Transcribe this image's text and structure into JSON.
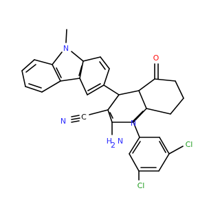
{
  "labels": {
    "n_carbazole": "N",
    "o_ketone": "O",
    "n_nitrile": "N",
    "c_nitrile": "C",
    "n_ring": "N",
    "amine_h": "H",
    "amine_h_sub": "2",
    "amine_n": "N",
    "cl_upper": "Cl",
    "cl_lower": "Cl"
  },
  "colors": {
    "nitrogen": "#2a2aff",
    "oxygen": "#ff0d0d",
    "chlorine": "#1f9c1f",
    "bond": "#000000"
  }
}
